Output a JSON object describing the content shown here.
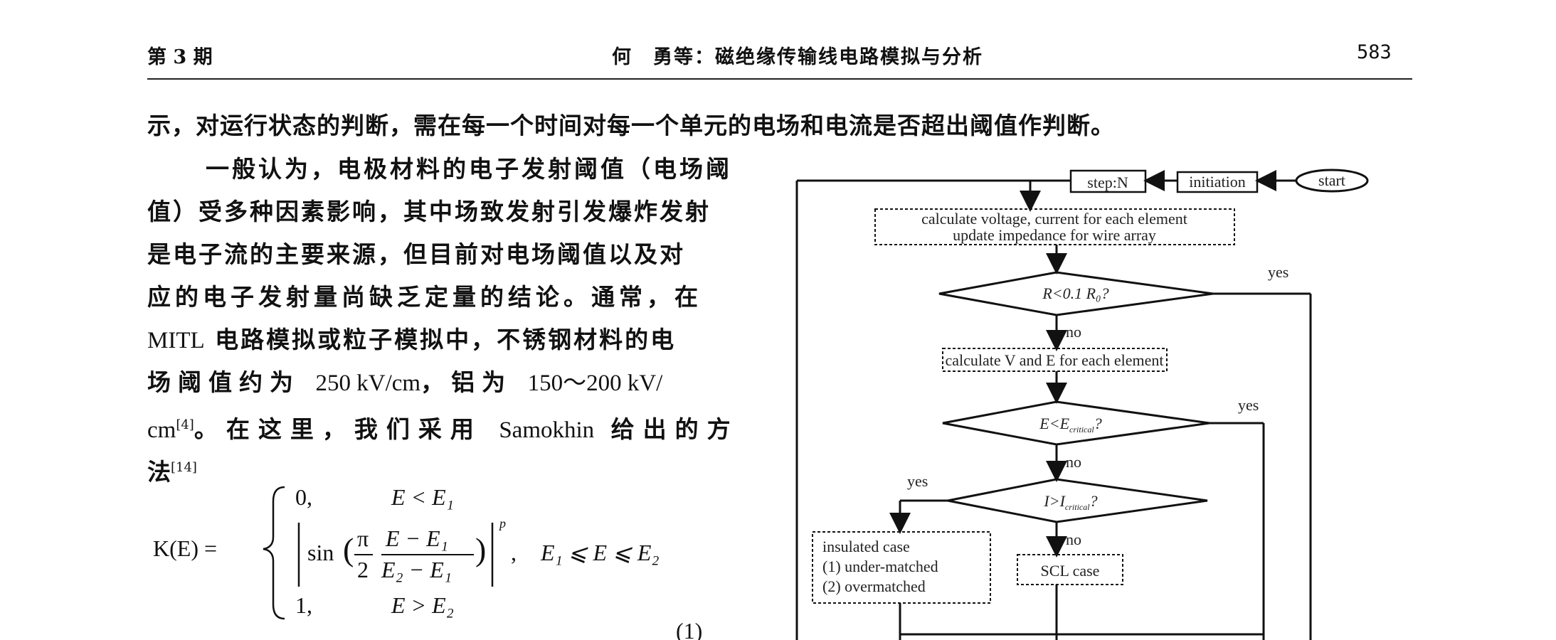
{
  "header": {
    "issue": "第 3 期",
    "title": "何　勇等：磁绝缘传输线电路模拟与分析",
    "page_number": "583"
  },
  "body": {
    "first_line": "示，对运行状态的判断，需在每一个时间对每一个单元的电场和电流是否超出阈值作判断。",
    "paragraph": {
      "l1": "一般认为，电极材料的电子发射阈值（电场阈",
      "l2": "值）受多种因素影响，其中场致发射引发爆炸发射",
      "l3": "是电子流的主要来源，但目前对电场阈值以及对",
      "l4": "应的电子发射量尚缺乏定量的结论。通常，在",
      "l5a": "MITL",
      "l5b": " 电路模拟或粒子模拟中，不锈钢材料的电",
      "l6a": "场阈值约为 ",
      "l6b": "250 kV/cm",
      "l6c": "，铝为 ",
      "l6d": "150～200 kV/",
      "l7a": "cm",
      "l7ref": "[4]",
      "l7b": "。在这里，我们采用 ",
      "l7c": "Samokhin",
      "l7d": " 给出的方",
      "l8a": "法",
      "l8ref": "[14]"
    }
  },
  "formula": {
    "lhs": "K(E) =",
    "case1_val": "0,",
    "case1_cond": "E < E₁",
    "case2_sin": "sin",
    "case2_pi": "π",
    "case2_two": "2",
    "case2_num": "E − E₁",
    "case2_den": "E₂ − E₁",
    "case2_exp": "p",
    "case2_cond": "E₁ ⩽ E ⩽ E₂",
    "case3_val": "1,",
    "case3_cond": "E > E₂",
    "number": "(1)"
  },
  "flowchart": {
    "start": "start",
    "initiation": "initiation",
    "step": "step:N",
    "calc1_line1": "calculate voltage, current for each element",
    "calc1_line2": "update impedance for wire array",
    "dec1": "R<0.1 R₀?",
    "calc2": "calculate V and E for each element",
    "dec2": "E<E",
    "dec2_sub": "critical",
    "dec3": "I>I",
    "dec3_sub": "critical",
    "yes": "yes",
    "no": "no",
    "insulated_line1": "insulated case",
    "insulated_line2": "(1) under-matched",
    "insulated_line3": "(2) overmatched",
    "scl": "SCL case"
  }
}
